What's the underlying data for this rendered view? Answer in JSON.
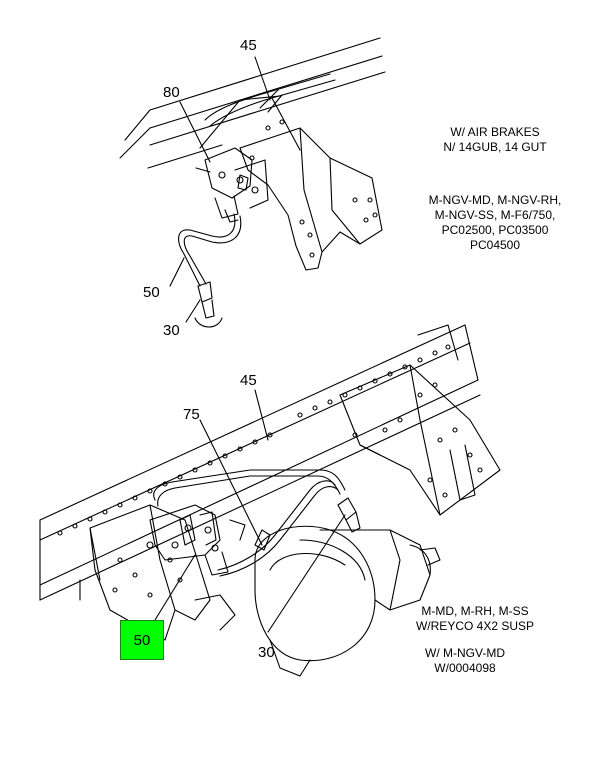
{
  "callouts": {
    "top_45": "45",
    "top_80": "80",
    "top_50": "50",
    "top_30": "30",
    "bottom_45": "45",
    "bottom_75": "75",
    "bottom_50": "50",
    "bottom_30": "30"
  },
  "highlight_color": "#00ff00",
  "notes": {
    "top_application": [
      "W/ AIR BRAKES",
      "N/ 14GUB, 14 GUT"
    ],
    "top_models": [
      "M-NGV-MD, M-NGV-RH,",
      "M-NGV-SS, M-F6/750,",
      "PC02500, PC03500",
      "PC04500"
    ],
    "bottom_models": [
      "M-MD, M-RH, M-SS",
      "W/REYCO 4X2 SUSP"
    ],
    "bottom_application": [
      "W/ M-NGV-MD",
      "W/0004098"
    ]
  }
}
